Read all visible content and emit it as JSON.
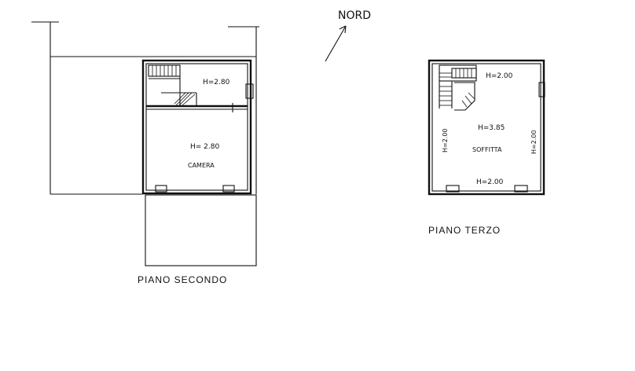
{
  "compass": {
    "label": "NORD"
  },
  "floor_second": {
    "title": "PIANO SECONDO",
    "upper_height": "H=2.80",
    "room_height": "H= 2.80",
    "room_name": "CAMERA"
  },
  "floor_third": {
    "title": "PIANO TERZO",
    "top_height": "H=2.00",
    "center_height": "H=3.85",
    "room_name": "SOFFITTA",
    "left_height": "H=2.00",
    "right_height": "H=2.00",
    "bottom_height": "H=2.00"
  }
}
